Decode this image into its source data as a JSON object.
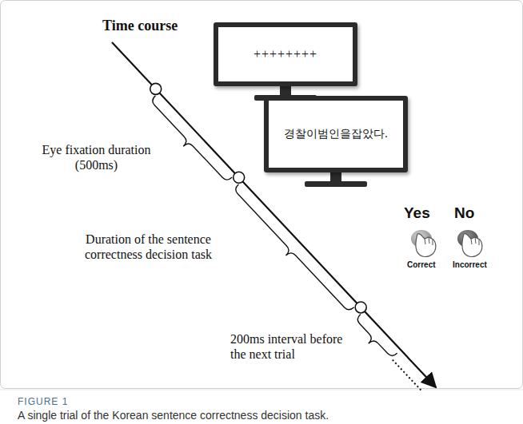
{
  "diagram": {
    "caption": "A single trial of the Korean sentence correctness decision task.",
    "nodes": [
      {
        "text": [
          "++++++++"
        ]
      },
      {
        "text": [
          "경찰이범인을잡았다."
        ]
      }
    ],
    "labels": [
      "Time course",
      "Eye fixation duration (500ms)",
      "Duration of the sentence correctness decision task",
      "200ms interval before the next trial",
      "Yes",
      "No",
      "Correct",
      "Incorrect",
      "FIGURE 1"
    ]
  }
}
